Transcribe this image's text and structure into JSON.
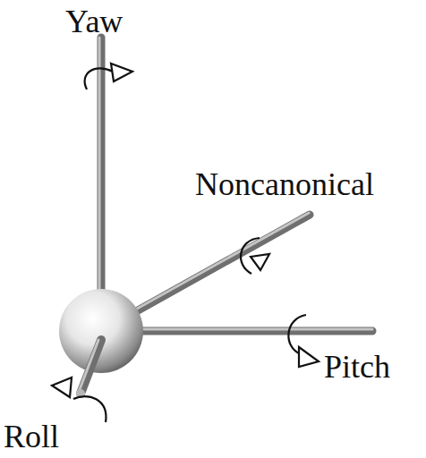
{
  "diagram": {
    "labels": [
      "Yaw",
      "Noncanonical",
      "Pitch",
      "Roll"
    ]
  }
}
